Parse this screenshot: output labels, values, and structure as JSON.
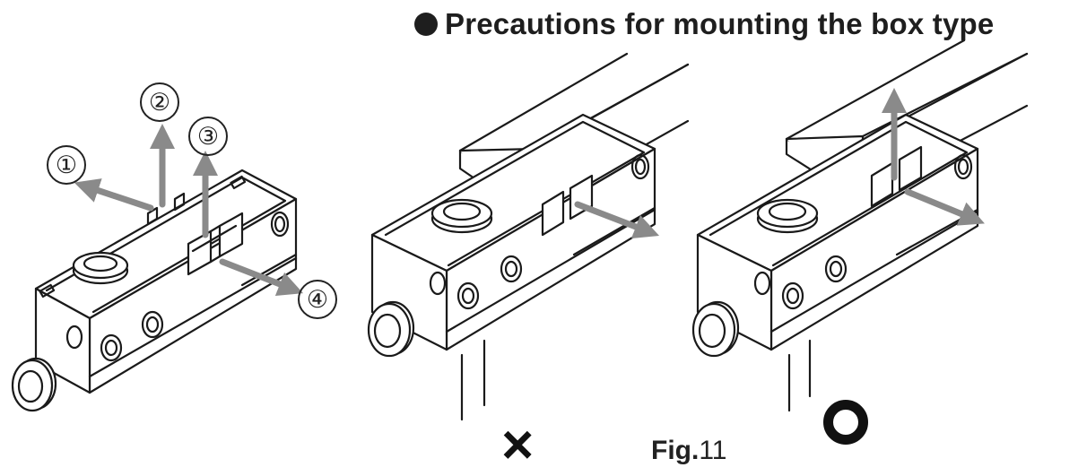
{
  "title": "Precautions for mounting the box type",
  "figure": {
    "label": "Fig.",
    "number": "11"
  },
  "steps": [
    "①",
    "②",
    "③",
    "④"
  ],
  "marks": {
    "incorrect": "×",
    "correct": "O"
  },
  "colors": {
    "line": "#1a1a1a",
    "arrow": "#8a8a8a",
    "background": "#ffffff"
  },
  "icons": {
    "bullet": "filled-circle-bullet",
    "incorrect": "cross-mark-icon",
    "correct": "circle-mark-icon"
  }
}
